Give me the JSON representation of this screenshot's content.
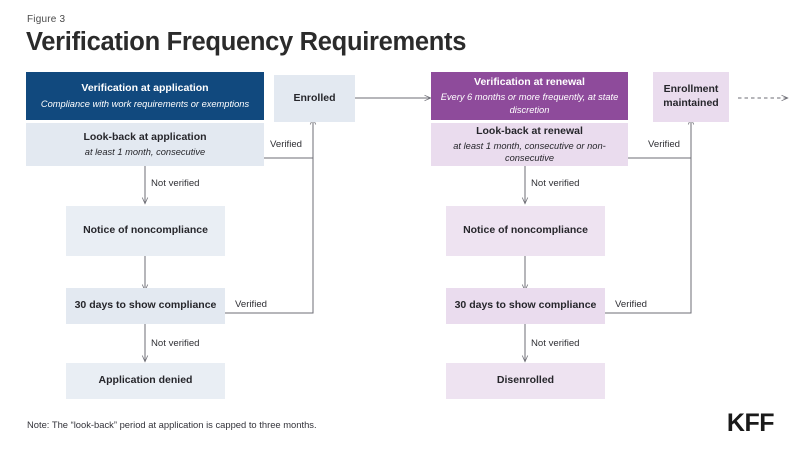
{
  "header": {
    "figure_label": "Figure  3",
    "title": "Verification Frequency Requirements"
  },
  "flow": {
    "application_track": {
      "header": {
        "title": "Verification at application",
        "subtitle": "Compliance with work requirements or exemptions"
      },
      "lookback": {
        "title": "Look-back at application",
        "subtitle": "at least 1 month, consecutive"
      },
      "notice": "Notice of noncompliance",
      "thirty_days": "30 days to show compliance",
      "terminal": "Application denied",
      "edge_not_verified_1": "Not verified",
      "edge_not_verified_2": "Not verified",
      "edge_verified_top": "Verified",
      "edge_verified_bottom": "Verified"
    },
    "renewal_track": {
      "header": {
        "title": "Verification at renewal",
        "subtitle": "Every 6 months or more frequently, at state discretion"
      },
      "lookback": {
        "title": "Look-back at renewal",
        "subtitle": "at least 1 month, consecutive or non-consecutive"
      },
      "notice": "Notice of noncompliance",
      "thirty_days": "30 days to show compliance",
      "terminal": "Disenrolled",
      "edge_not_verified_1": "Not verified",
      "edge_not_verified_2": "Not verified",
      "edge_verified_top": "Verified",
      "edge_verified_bottom": "Verified"
    },
    "enrolled_box": "Enrolled",
    "enrollment_maintained_box": "Enrollment maintained"
  },
  "footer": {
    "note": "Note: The “look-back” period at application is capped to three months.",
    "logo": "KFF"
  },
  "colors": {
    "dark_blue": "#11497E",
    "purple": "#8E4B9B",
    "light_blue": "#E3E9F1",
    "light_purple": "#EADCEE",
    "connector": "#6e6e76",
    "title": "#2b2b2b"
  }
}
